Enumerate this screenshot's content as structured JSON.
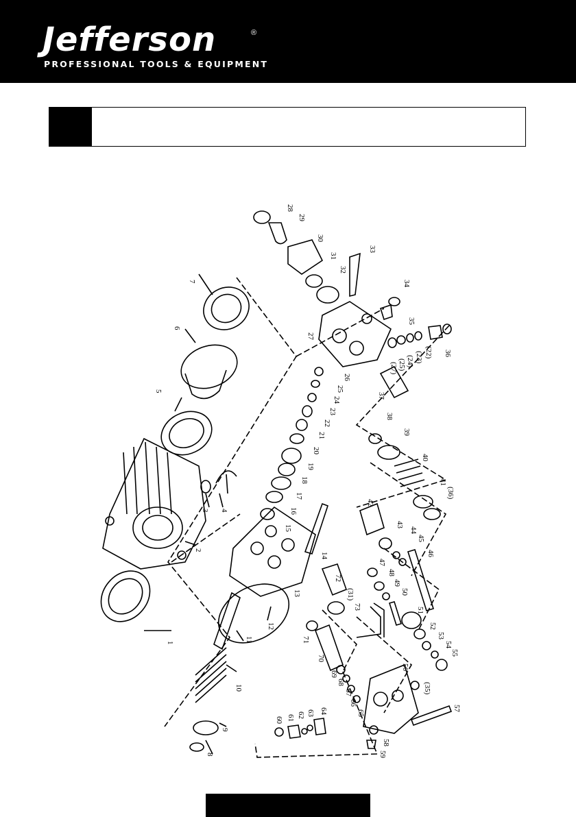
{
  "brand": {
    "name": "Jefferson",
    "registered_mark": "®",
    "tagline": "PROFESSIONAL TOOLS & EQUIPMENT"
  },
  "section_title": "",
  "page_number": "",
  "part_numbers": [
    "1",
    "2",
    "3",
    "4",
    "5",
    "6",
    "7",
    "8",
    "9",
    "10",
    "11",
    "12",
    "13",
    "14",
    "15",
    "16",
    "17",
    "18",
    "19",
    "20",
    "21",
    "22",
    "23",
    "24",
    "25",
    "26",
    "27",
    "28",
    "29",
    "30",
    "31",
    "32",
    "33",
    "34",
    "35",
    "36",
    "37",
    "38",
    "39",
    "40",
    "41",
    "42",
    "43",
    "44",
    "45",
    "46",
    "47",
    "48",
    "49",
    "50",
    "51",
    "52",
    "53",
    "54",
    "55",
    "56",
    "57",
    "58",
    "59",
    "60",
    "61",
    "62",
    "63",
    "64",
    "65",
    "66",
    "67",
    "68",
    "69",
    "70",
    "71",
    "72",
    "73"
  ],
  "part_refs": [
    "(22)",
    "(23)",
    "(24)",
    "(25)",
    "(27)",
    "(36)",
    "(31)",
    "(35)"
  ]
}
